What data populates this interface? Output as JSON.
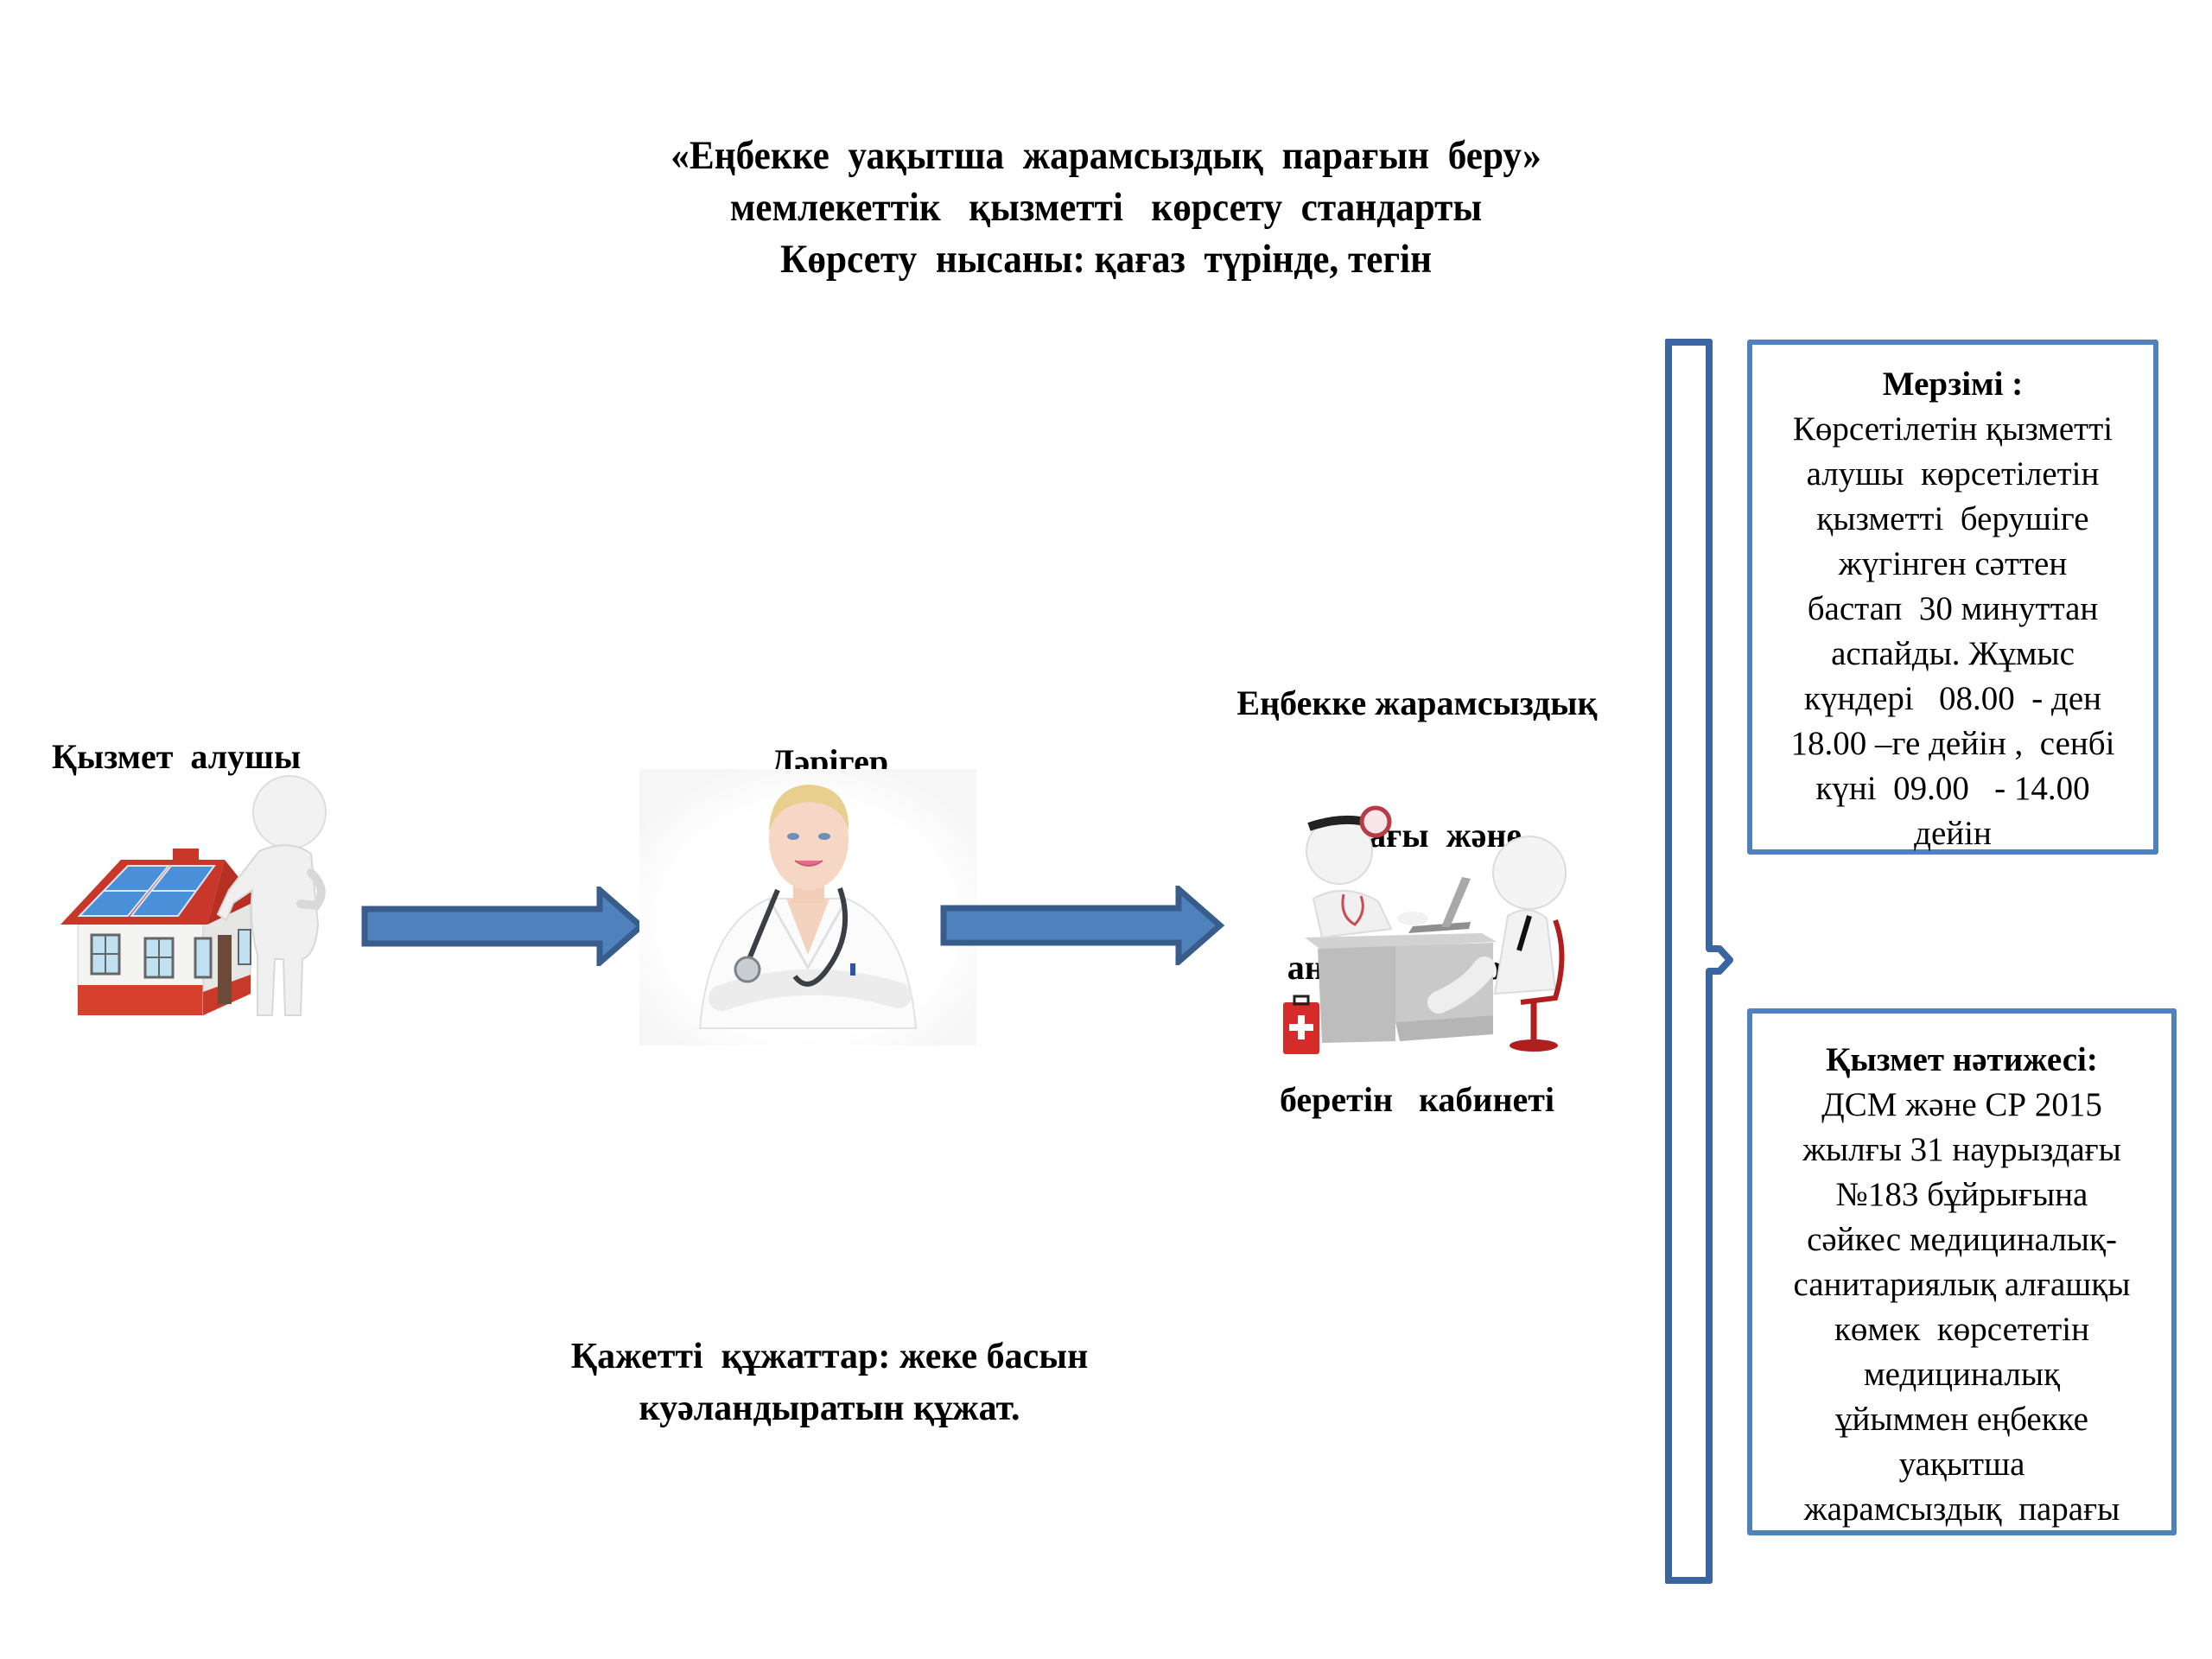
{
  "title": {
    "lines": [
      "«Еңбекке  уақытша  жарамсыздық  парағын  беру»",
      "мемлекеттік   қызметті   көрсету  стандарты",
      "Көрсету  нысаны: қағаз  түрінде, тегін"
    ]
  },
  "steps": [
    {
      "id": "client",
      "label_lines": [
        "Қызмет  алушы"
      ],
      "icon": "person-with-house-icon"
    },
    {
      "id": "doctor",
      "label_lines": [
        "Дәрігер"
      ],
      "icon": "doctor-icon"
    },
    {
      "id": "cabinet",
      "label_lines": [
        "Еңбекке жарамсыздық",
        "парағы  және",
        "анықтамаларды",
        "беретін   кабинеті"
      ],
      "icon": "doctor-consultation-icon"
    }
  ],
  "required_docs": {
    "lines": [
      "Қажетті  құжаттар: жеке басын",
      "куәландыратын құжат."
    ]
  },
  "boxes": {
    "term": {
      "title": "Мерзімі :",
      "lines": [
        "Көрсетілетін қызметті",
        "алушы  көрсетілетін",
        "қызметті  берушіге",
        "жүгінген сәттен",
        "бастап  30 минуттан",
        "аспайды. Жұмыс",
        "күндері   08.00  - ден",
        "18.00 –ге дейін ,  сенбі",
        "күні  09.00   - 14.00",
        "дейін"
      ]
    },
    "result": {
      "title": "Қызмет нәтижесі:",
      "lines": [
        "ДСМ және СР 2015",
        "жылғы 31 наурыздағы",
        "№183 бұйрығына",
        "сәйкес медициналық-",
        "санитариялық алғашқы",
        "көмек  көрсететін",
        "медициналық",
        "ұйыммен еңбекке",
        "уақытша",
        "жарамсыздық  парағы"
      ]
    }
  },
  "colors": {
    "accent_fill": "#4F81BD",
    "accent_stroke": "#385D8A"
  }
}
